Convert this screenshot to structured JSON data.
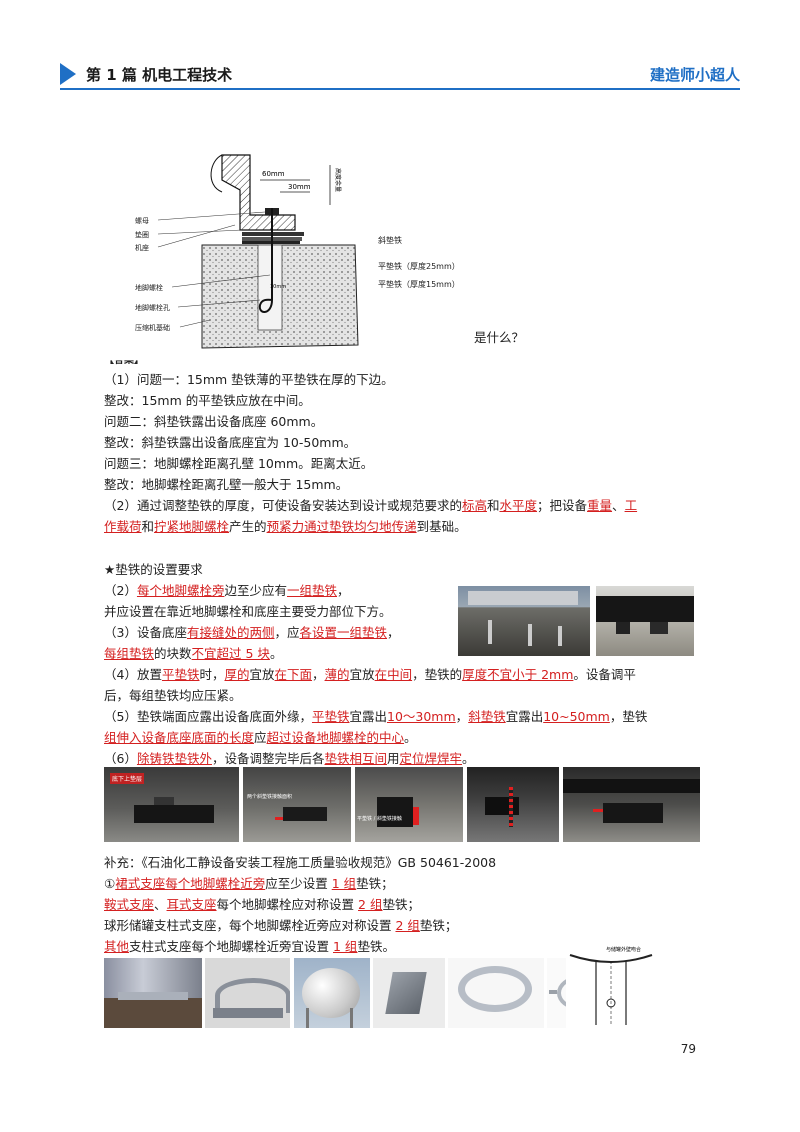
{
  "header": {
    "chapter": "第 1 篇  机电工程技术",
    "brand": "建造师小超人"
  },
  "figure1": {
    "dims": {
      "d60": "60mm",
      "d30": "30mm",
      "d10": "10mm",
      "side": "高度余量"
    },
    "left_labels": [
      "螺母",
      "垫圈",
      "机座",
      "地脚螺栓",
      "地脚螺栓孔",
      "压缩机基础"
    ],
    "right_labels": [
      "斜垫铁",
      "平垫铁（厚度25mm）",
      "平垫铁（厚度15mm）"
    ],
    "question_tail": "是什么？"
  },
  "answer_head": "【答案】",
  "lines1": [
    "（1）问题一：15mm 垫铁薄的平垫铁在厚的下边。",
    "整改：15mm 的平垫铁应放在中间。",
    "问题二：斜垫铁露出设备底座 60mm。",
    "整改：斜垫铁露出设备底座宜为 10-50mm。",
    "问题三：地脚螺栓距离孔壁 10mm。距离太近。",
    "整改：地脚螺栓距离孔壁一般大于 15mm。"
  ],
  "p2": {
    "a": "（2）通过调整垫铁的厚度，可使设备安装达到设计或规范要求的",
    "b": "标高",
    "c": "和",
    "d": "水平度",
    "e": "；把设备",
    "f": "重量",
    "g": "、",
    "h": "工",
    "i": "作载荷",
    "j": "和",
    "k": "拧紧地脚螺栓",
    "l": "产生的",
    "m": "预紧力通过垫铁均匀地传递",
    "n": "到基础。"
  },
  "star_title": "★垫铁的设置要求",
  "r2": {
    "a": "（2）",
    "b": "每个地脚螺栓旁",
    "c": "边至少应有",
    "d": "一组垫铁",
    "e": "，",
    "f": "并应设置在靠近地脚螺栓和底座主要受力部位下方。"
  },
  "r3": {
    "a": "（3）设备底座",
    "b": "有接缝处的两侧",
    "c": "，应",
    "d": "各设置一组垫铁",
    "e": "，",
    "f": "每组垫铁",
    "g": "的块数",
    "h": "不宜超过 5 块",
    "i": "。"
  },
  "r4": {
    "a": "（4）放置",
    "b": "平垫铁",
    "c": "时，",
    "d": "厚的",
    "e": "宜放",
    "f": "在下面",
    "g": "，",
    "h": "薄的",
    "i": "宜放",
    "j": "在中间",
    "k": "，垫铁的",
    "l": "厚度不宜小于 2mm",
    "m": "。设备调平",
    "n": "后，每组垫铁均应压紧。"
  },
  "r5": {
    "a": "（5）垫铁端面应露出设备底面外缘，",
    "b": "平垫铁",
    "c": "宜露出",
    "d": "10～30mm",
    "e": "，",
    "f": "斜垫铁",
    "g": "宜露出",
    "h": "10~50mm",
    "i": "，垫铁",
    "j": "组伸入设备底座底面的长度",
    "k": "应",
    "l": "超过设备地脚螺栓的中心",
    "m": "。"
  },
  "r6": {
    "a": "（6）",
    "b": "除铸铁垫铁外",
    "c": "，设备调整完毕后各",
    "d": "垫铁相互间",
    "e": "用",
    "f": "定位焊焊牢",
    "g": "。"
  },
  "strip_labels": [
    "底下上垫层",
    "两个斜垫铁接触面积",
    "平垫铁 / 斜垫铁接触"
  ],
  "supp": {
    "a": "补充：《石油化工静设备安装工程施工质量验收规范》GB 50461-2008"
  },
  "s1": {
    "a": "①",
    "b": "裙式支座每个地脚螺栓近旁",
    "c": "应至少设置 ",
    "d": "1 组",
    "e": "垫铁；"
  },
  "s2": {
    "a": "鞍式支座",
    "b": "、",
    "c": "耳式支座",
    "d": "每个地脚螺栓应对称设置 ",
    "e": "2 组",
    "f": "垫铁；"
  },
  "s3": {
    "a": "球形储罐支柱式支座，每个地脚螺栓近旁应对称设置 ",
    "b": "2 组",
    "c": "垫铁；"
  },
  "s4": {
    "a": "其他",
    "b": "支柱式支座每个地脚螺栓近旁宜设置 ",
    "c": "1 组",
    "d": "垫铁。"
  },
  "diagram_tag": "与储罐外壁吻合",
  "page_number": "79"
}
